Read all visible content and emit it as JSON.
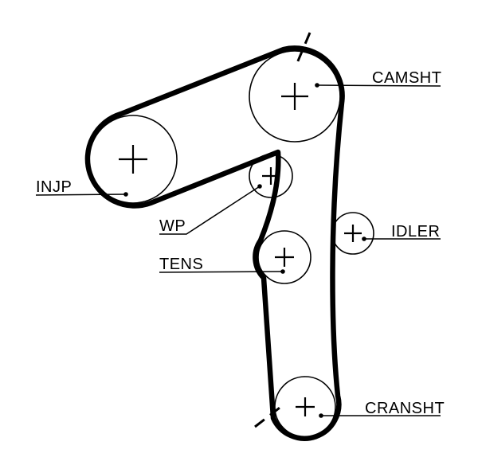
{
  "diagram": {
    "background_color": "#ffffff",
    "line_color": "#000000",
    "labels": {
      "injp": "INJP",
      "camsht": "CAMSHT",
      "wp": "WP",
      "tens": "TENS",
      "idler": "IDLER",
      "cransht": "CRANSHT"
    }
  }
}
